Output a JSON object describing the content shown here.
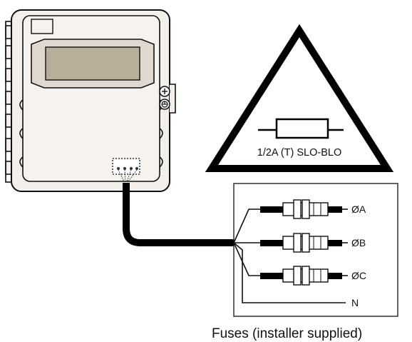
{
  "warning": {
    "fuse_rating": "1/2A (T) SLO-BLO"
  },
  "lines": [
    {
      "id": "phase-a",
      "label": "ØA"
    },
    {
      "id": "phase-b",
      "label": "ØB"
    },
    {
      "id": "phase-c",
      "label": "ØC"
    },
    {
      "id": "neutral",
      "label": "N"
    }
  ],
  "caption": "Fuses (installer supplied)",
  "colors": {
    "enclosure": "#f3efea",
    "display_window": "#b9ae9a",
    "cable": "#000000"
  }
}
